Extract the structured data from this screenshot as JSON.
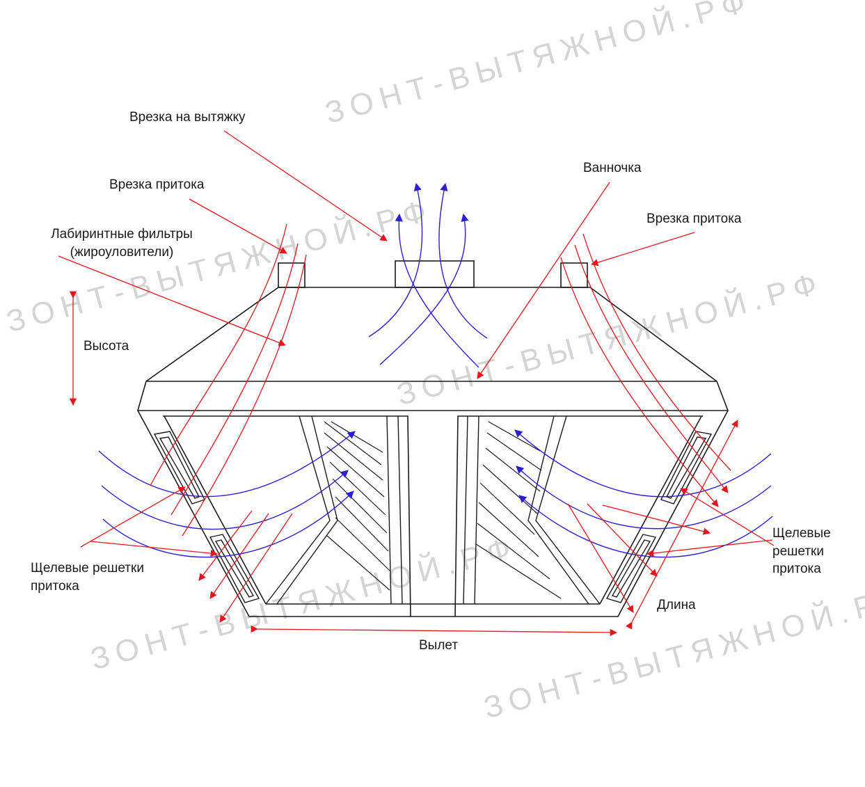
{
  "labels": {
    "exhaust_cut": "Врезка на вытяжку",
    "supply_cut_left": "Врезка притока",
    "supply_cut_right": "Врезка притока",
    "tray": "Ванночка",
    "filters_line1": "Лабиринтные фильтры",
    "filters_line2": "(жироуловители)",
    "height": "Высота",
    "grilles_left_line1": "Щелевые решетки",
    "grilles_left_line2": "притока",
    "grilles_right_line1": "Щелевые",
    "grilles_right_line2": "решетки",
    "grilles_right_line3": "притока",
    "length": "Длина",
    "overhang": "Вылет"
  },
  "watermark": "ЗОНТ-ВЫТЯЖНОЙ.РФ",
  "colors": {
    "outline": "#1a1a1a",
    "pointer": "#e8141c",
    "airflow": "#2b1fd6",
    "watermark": "#d4d4d4"
  }
}
